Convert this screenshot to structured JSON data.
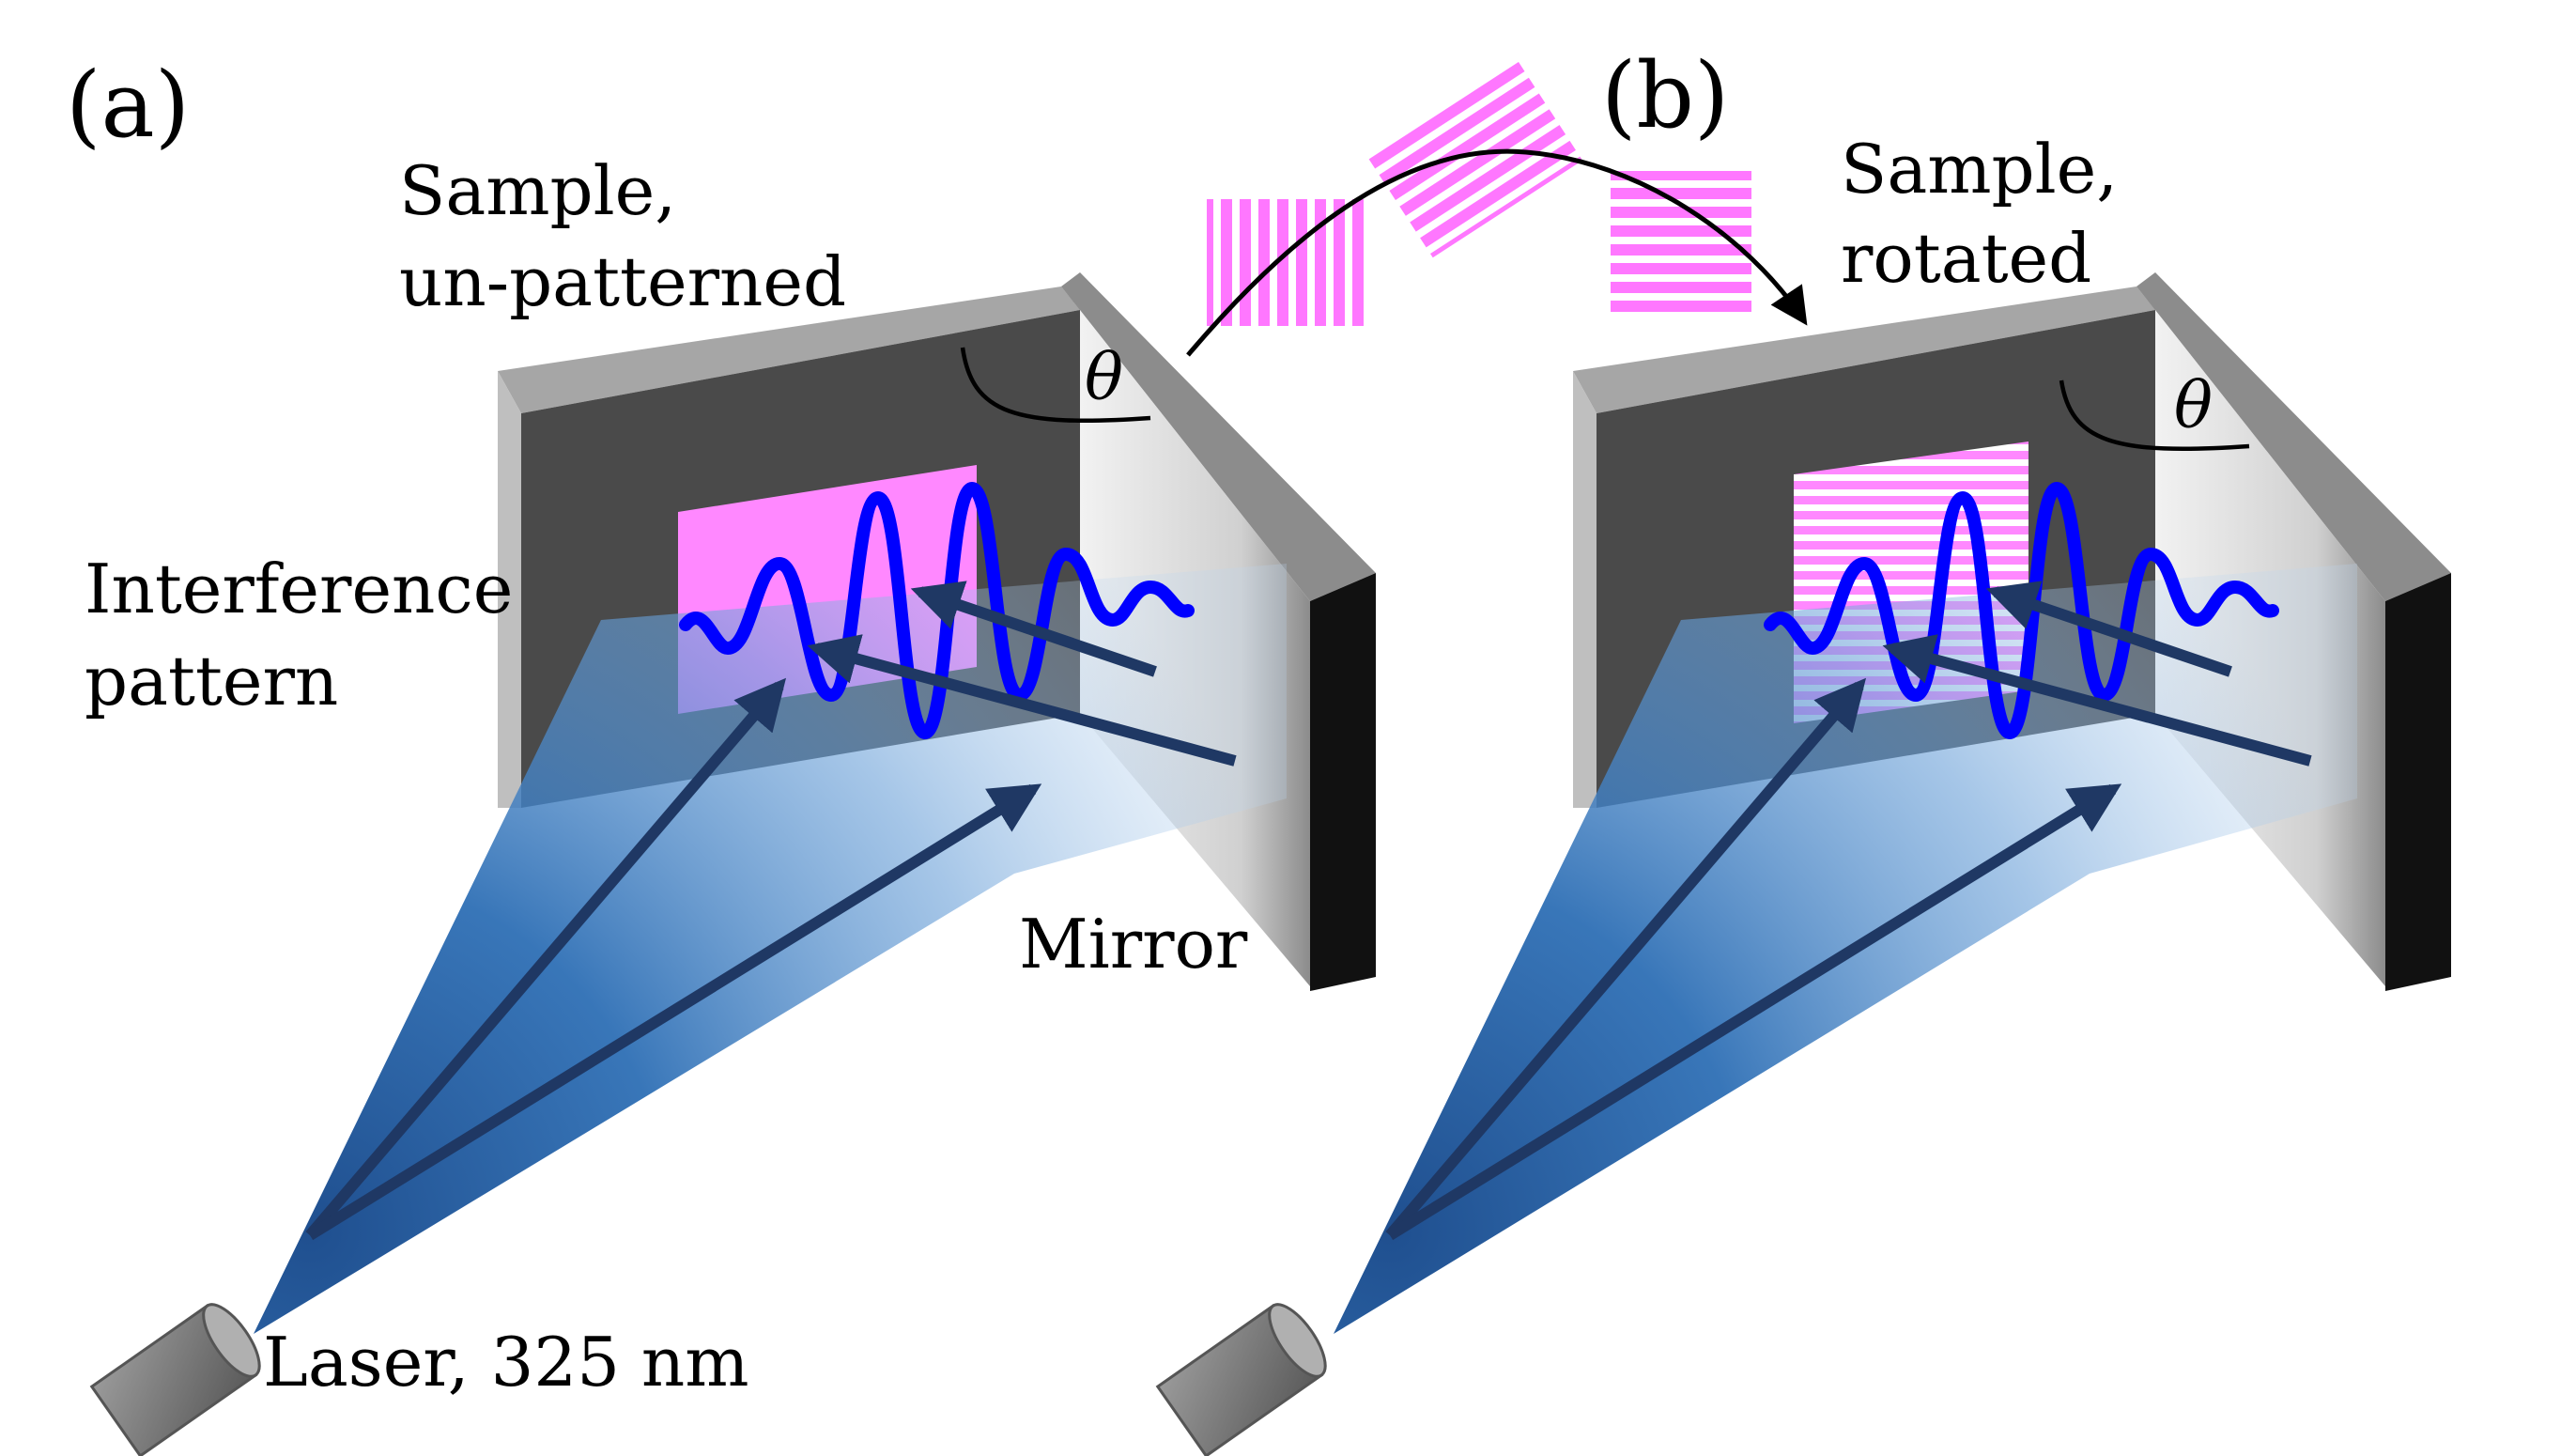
{
  "panels": [
    {
      "label": "(a)",
      "sample_label": [
        "Sample,",
        "un-patterned"
      ],
      "pattern_label": [
        "Interference",
        "pattern"
      ],
      "mirror_label": "Mirror",
      "laser_label": "Laser, 325 nm",
      "angle_label": "θ"
    },
    {
      "label": "(b)",
      "sample_label": [
        "Sample,",
        "rotated"
      ],
      "angle_label": "θ"
    }
  ],
  "colors": {
    "fringe_pink": "#ff88ff",
    "fringe_stripe": "#ee77ee",
    "wave_blue": "#0000ff",
    "beam_blue": "#2e6fb5",
    "arrow_navy": "#1f3864",
    "frame_gray": "#9a9a9a",
    "sample_dark": "#4a4a4a",
    "mirror_light": "#d9d9d9",
    "mirror_edge": "#111111",
    "laser_gray": "#808080"
  },
  "icons": {
    "grating_vertical": "vertical-stripes",
    "grating_tilted": "diagonal-stripes",
    "grating_horizontal": "horizontal-stripes"
  }
}
